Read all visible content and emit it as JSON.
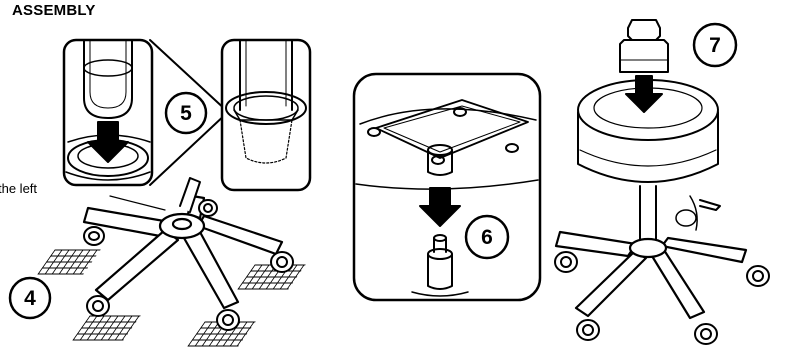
{
  "page": {
    "heading": "ASSEMBLY",
    "fragment_text": "the left"
  },
  "steps": [
    {
      "number": "4"
    },
    {
      "number": "5"
    },
    {
      "number": "6"
    },
    {
      "number": "7"
    }
  ]
}
